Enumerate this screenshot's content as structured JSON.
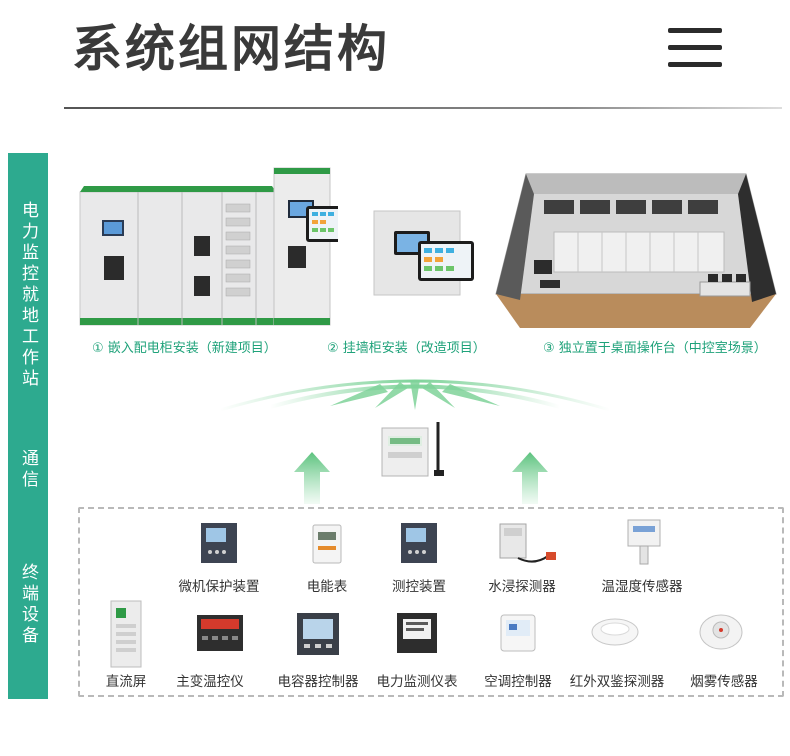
{
  "header": {
    "title": "系统组网结构",
    "menu_icon": "hamburger-menu-icon"
  },
  "side_labels": {
    "station": "电力监控就地工作站",
    "comm": "通信",
    "devices": "终端设备"
  },
  "scenes": [
    {
      "caption": "① 嵌入配电柜安装（新建项目）"
    },
    {
      "caption": "② 挂墙柜安装（改造项目）"
    },
    {
      "caption": "③ 独立置于桌面操作台（中控室场景）"
    }
  ],
  "devices_row1": [
    {
      "label": "微机保护装置",
      "icon": "relay-protection-icon"
    },
    {
      "label": "电能表",
      "icon": "energy-meter-icon"
    },
    {
      "label": "测控装置",
      "icon": "measure-control-icon"
    },
    {
      "label": "水浸探测器",
      "icon": "water-leak-detector-icon"
    },
    {
      "label": "温湿度传感器",
      "icon": "temp-humidity-sensor-icon"
    }
  ],
  "devices_row2": [
    {
      "label": "直流屏",
      "icon": "dc-panel-icon"
    },
    {
      "label": "主变温控仪",
      "icon": "transformer-temp-controller-icon"
    },
    {
      "label": "电容器控制器",
      "icon": "capacitor-controller-icon"
    },
    {
      "label": "电力监测仪表",
      "icon": "power-meter-icon"
    },
    {
      "label": "空调控制器",
      "icon": "ac-controller-icon"
    },
    {
      "label": "红外双鉴探测器",
      "icon": "infrared-detector-icon"
    },
    {
      "label": "烟雾传感器",
      "icon": "smoke-sensor-icon"
    }
  ],
  "colors": {
    "accent": "#2daa8f",
    "caption": "#1fa27a",
    "arrow": "#7fd39a",
    "cabinet_trim": "#2f9a46"
  }
}
